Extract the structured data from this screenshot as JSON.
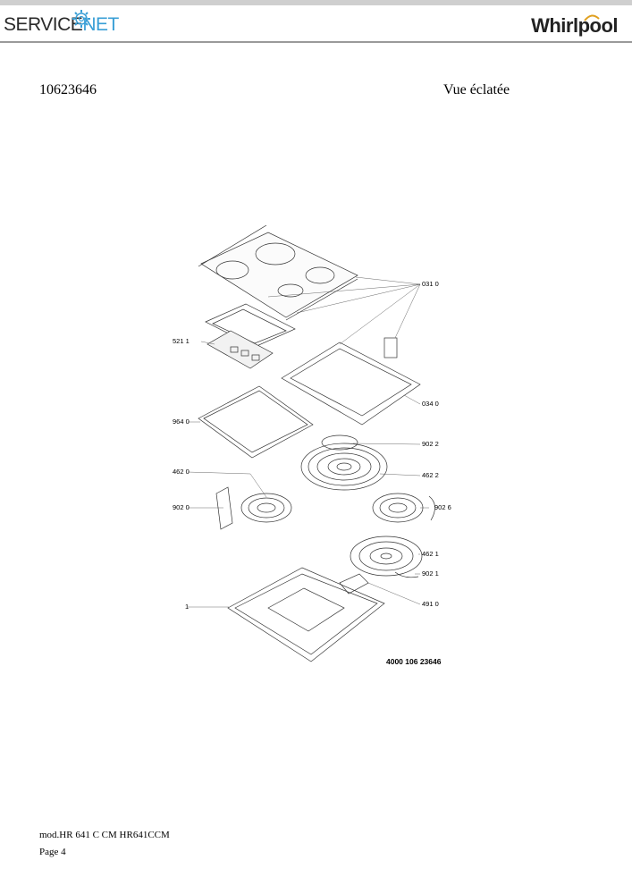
{
  "header": {
    "servicenet_logo": {
      "part1": "SERVICE",
      "part2": "NET"
    },
    "whirlpool_logo": "Whirlpool",
    "accent_color": "#3a9fd6"
  },
  "document": {
    "number": "10623646",
    "title": "Vue éclatée"
  },
  "diagram": {
    "callouts": [
      {
        "id": "031",
        "label": "031 0"
      },
      {
        "id": "521",
        "label": "521 1"
      },
      {
        "id": "034",
        "label": "034 0"
      },
      {
        "id": "964",
        "label": "964 0"
      },
      {
        "id": "9022",
        "label": "902 2"
      },
      {
        "id": "462a",
        "label": "462 0"
      },
      {
        "id": "4622",
        "label": "462 2"
      },
      {
        "id": "902",
        "label": "902 0"
      },
      {
        "id": "9026",
        "label": "902 6"
      },
      {
        "id": "4621",
        "label": "462 1"
      },
      {
        "id": "9021",
        "label": "902 1"
      },
      {
        "id": "1",
        "label": "1"
      },
      {
        "id": "491",
        "label": "491 0"
      }
    ],
    "part_number": "4000 106 23646"
  },
  "footer": {
    "model": "mod.HR 641 C CM HR641CCM",
    "page": "Page 4"
  }
}
